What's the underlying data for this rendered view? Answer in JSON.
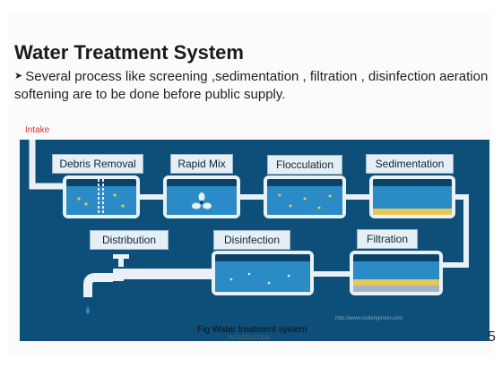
{
  "slide": {
    "title": "Water Treatment System",
    "bullet": "Several process like screening ,sedimentation , filtration , disinfection aeration softening are to be done before public supply."
  },
  "diagram": {
    "intake_label": "Intake",
    "stages": {
      "debris_removal": "Debris Removal",
      "rapid_mix": "Rapid Mix",
      "flocculation": "Flocculation",
      "sedimentation": "Sedimentation",
      "filtration": "Filtration",
      "disinfection": "Disinfection",
      "distribution": "Distribution"
    },
    "watermark": "http://www.civilengineer.com",
    "caption": "Fig Water treatment system",
    "subcaption": "INTRODUCTION"
  },
  "page_number": "5",
  "colors": {
    "background": "#0d4f78",
    "pipe": "#e9f1f7",
    "water": "#2b8bc6",
    "sediment": "#e8c75a",
    "intake": "#d9342b"
  }
}
